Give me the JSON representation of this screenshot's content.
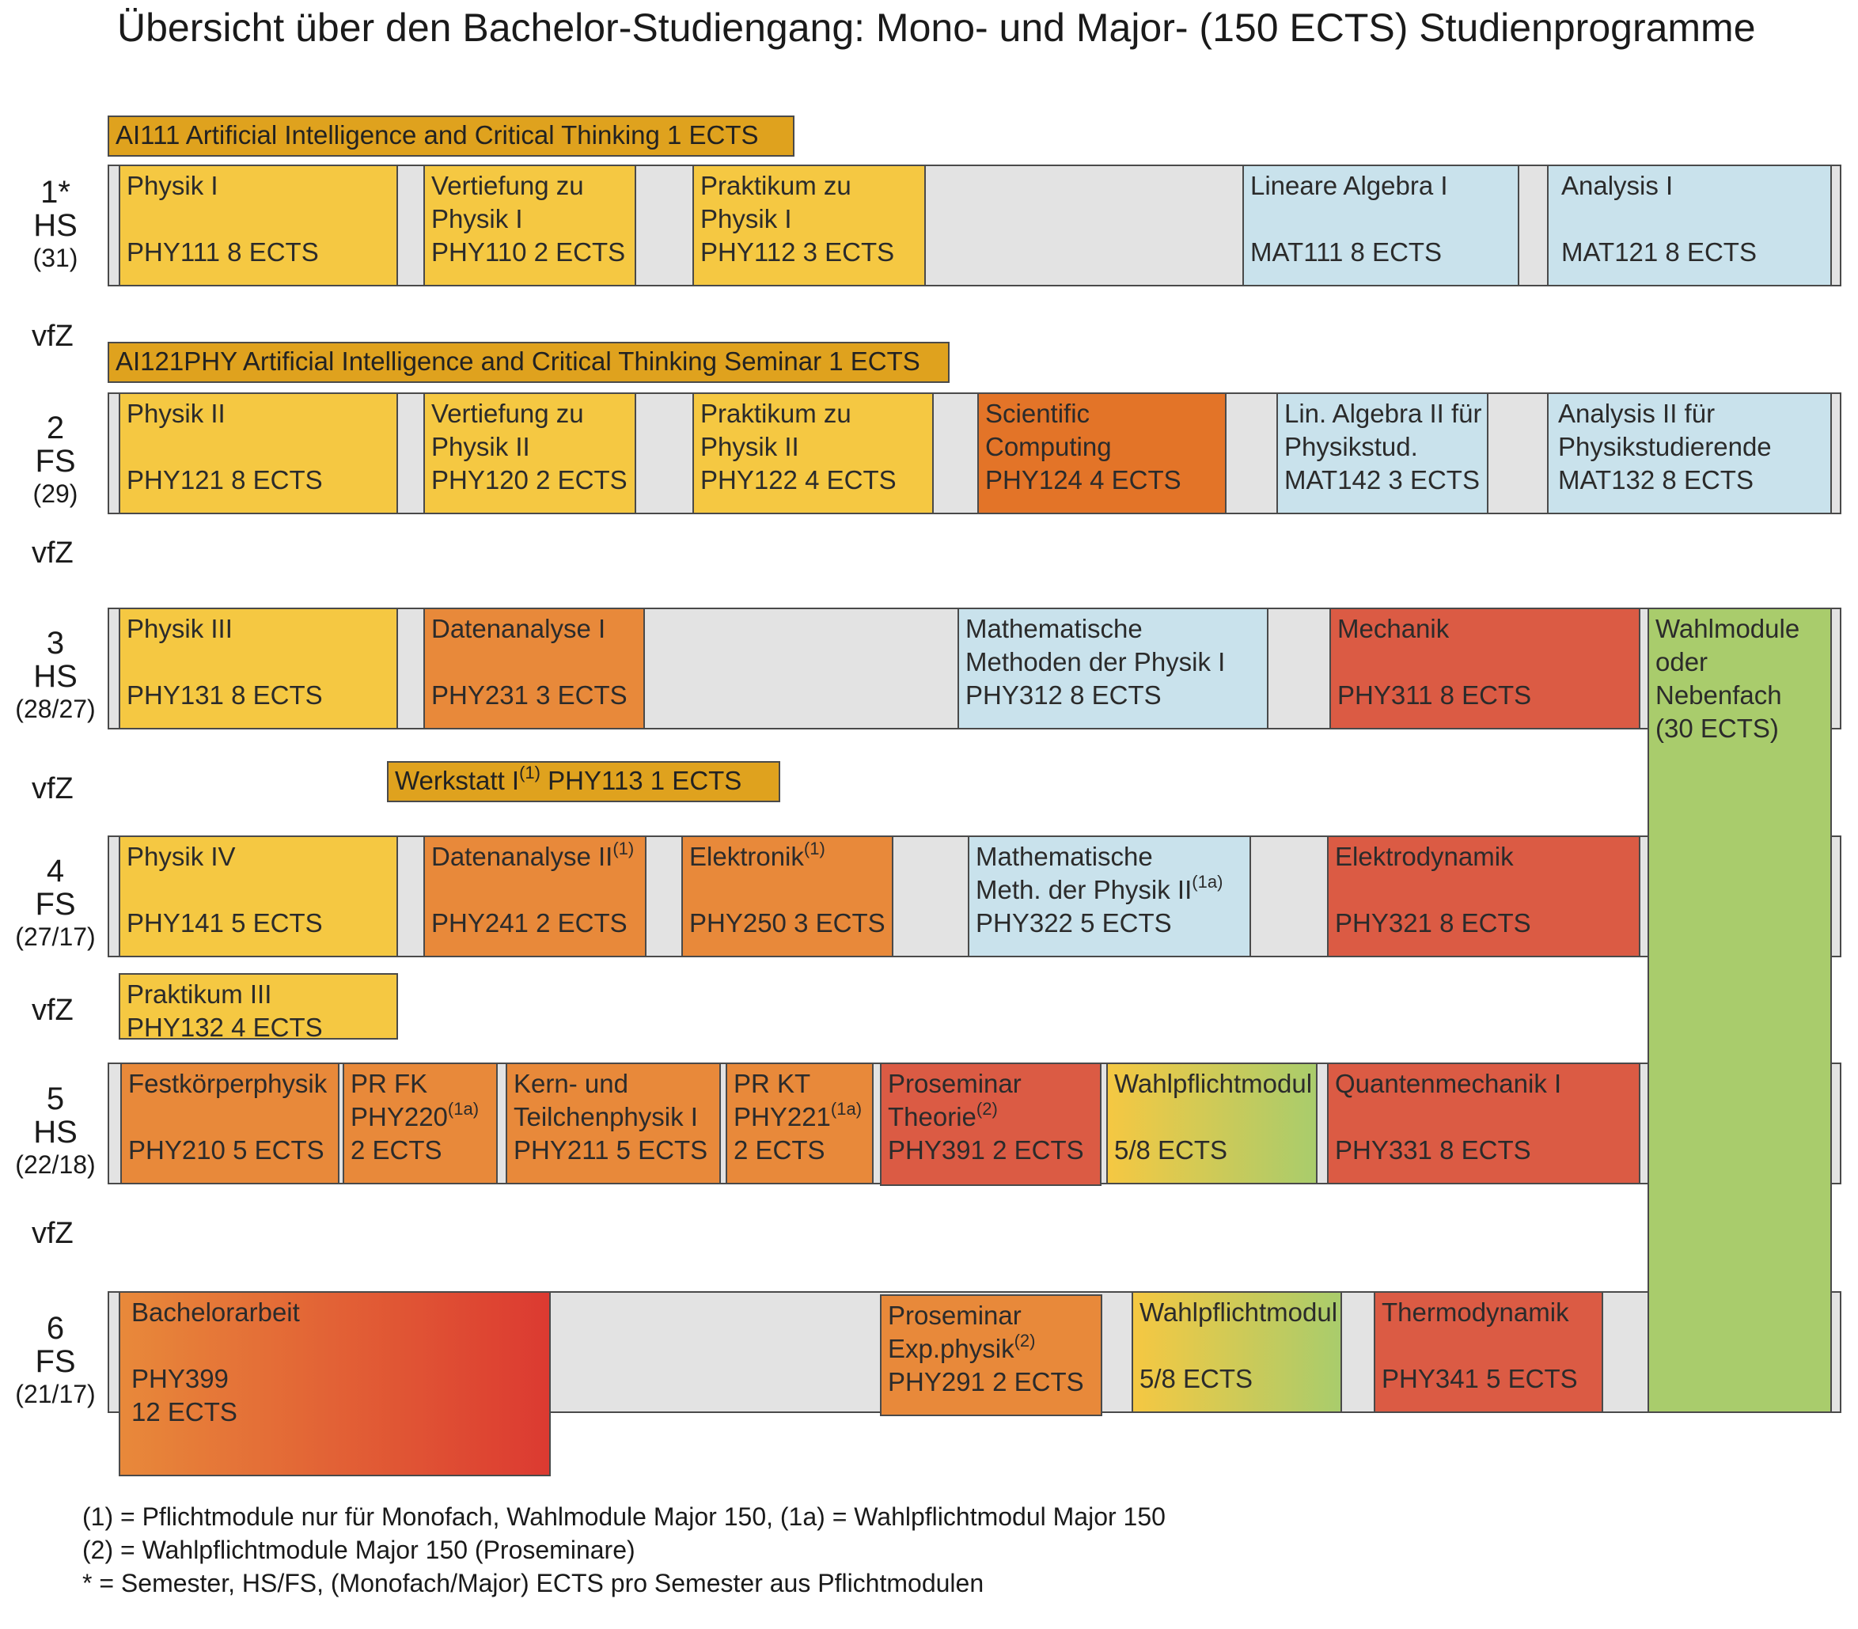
{
  "title": "Übersicht über den Bachelor-Studiengang: Mono- und Major- (150 ECTS) Studienprogramme",
  "semesters": [
    {
      "num": "1*",
      "type": "HS",
      "ects": "(31)"
    },
    {
      "num": "2",
      "type": "FS",
      "ects": "(29)"
    },
    {
      "num": "3",
      "type": "HS",
      "ects": "(28/27)"
    },
    {
      "num": "4",
      "type": "FS",
      "ects": "(27/17)"
    },
    {
      "num": "5",
      "type": "HS",
      "ects": "(22/18)"
    },
    {
      "num": "6",
      "type": "FS",
      "ects": "(21/17)"
    }
  ],
  "vfz": "vfZ",
  "ai_modules": {
    "ai111": "AI111 Artificial Intelligence and Critical Thinking   1 ECTS",
    "ai121": "AI121PHY Artificial Intelligence and Critical Thinking Seminar  1 ECTS",
    "werkstatt_name": "Werkstatt I",
    "werkstatt_sup": "(1)",
    "werkstatt_code": " PHY113 1 ECTS"
  },
  "modules": {
    "phy111": {
      "l1": "Physik I",
      "l2": "",
      "l3": "PHY111  8 ECTS"
    },
    "phy110": {
      "l1": "Vertiefung zu",
      "l2": "Physik I",
      "l3": "PHY110  2 ECTS"
    },
    "phy112": {
      "l1": "Praktikum zu",
      "l2": "Physik I",
      "l3": "PHY112  3 ECTS"
    },
    "mat111": {
      "l1": "Lineare Algebra I",
      "l2": "",
      "l3": "MAT111  8 ECTS"
    },
    "mat121": {
      "l1": "Analysis I",
      "l2": "",
      "l3": "MAT121  8 ECTS"
    },
    "phy121": {
      "l1": "Physik II",
      "l2": "",
      "l3": "PHY121  8 ECTS"
    },
    "phy120": {
      "l1": "Vertiefung zu",
      "l2": "Physik II",
      "l3": "PHY120  2 ECTS"
    },
    "phy122": {
      "l1": "Praktikum zu",
      "l2": "Physik II",
      "l3": "PHY122  4 ECTS"
    },
    "phy124": {
      "l1": "Scientific",
      "l2": "Computing",
      "l3": "PHY124  4 ECTS"
    },
    "mat142": {
      "l1": "Lin. Algebra II für",
      "l2": "Physikstud.",
      "l3": "MAT142  3 ECTS"
    },
    "mat132": {
      "l1": "Analysis II für",
      "l2": "Physikstudierende",
      "l3": "MAT132  8 ECTS"
    },
    "phy131": {
      "l1": "Physik III",
      "l2": "",
      "l3": "PHY131  8 ECTS"
    },
    "phy231": {
      "l1": "Datenanalyse I",
      "l2": "",
      "l3": "PHY231 3 ECTS"
    },
    "phy312": {
      "l1": "Mathematische",
      "l2": "Methoden der Physik I",
      "l3": "PHY312  8 ECTS"
    },
    "phy311": {
      "l1": "Mechanik",
      "l2": "",
      "l3": "PHY311  8 ECTS"
    },
    "wahl": {
      "l1": "Wahlmodule",
      "l2": "oder",
      "l3": "Nebenfach",
      "l4": "(30 ECTS)"
    },
    "phy141": {
      "l1": "Physik IV",
      "l2": "",
      "l3": "PHY141  5 ECTS"
    },
    "phy241": {
      "l1": "Datenanalyse II",
      "sup": "(1)",
      "l2": "",
      "l3": "PHY241 2 ECTS"
    },
    "phy250": {
      "l1": "Elektronik",
      "sup": "(1)",
      "l2": "",
      "l3": "PHY250  3 ECTS"
    },
    "phy322": {
      "l1": "Mathematische",
      "l2": "Meth. der Physik II",
      "sup": "(1a)",
      "l3": "PHY322  5 ECTS"
    },
    "phy321": {
      "l1": "Elektrodynamik",
      "l2": "",
      "l3": "PHY321  8 ECTS"
    },
    "phy132": {
      "l1": "Praktikum III",
      "l2": "PHY132  4 ECTS"
    },
    "phy210": {
      "l1": "Festkörperphysik",
      "l2": "",
      "l3": "PHY210  5 ECTS"
    },
    "phy220": {
      "l1": "PR FK",
      "l2": "PHY220",
      "sup": "(1a)",
      "l3": "2 ECTS"
    },
    "phy211": {
      "l1": "Kern- und",
      "l2": "Teilchenphysik I",
      "l3": "PHY211  5 ECTS"
    },
    "phy221": {
      "l1": "PR KT",
      "l2": "PHY221",
      "sup": "(1a)",
      "l3": "2 ECTS"
    },
    "phy391": {
      "l1": "Proseminar",
      "l2": "Theorie",
      "sup": "(2)",
      "l3": "PHY391  2 ECTS"
    },
    "wpm5": {
      "l1": "Wahlpflichtmodul",
      "l2": "",
      "l3": "5/8 ECTS"
    },
    "phy331": {
      "l1": "Quantenmechanik I",
      "l2": "",
      "l3": "PHY331  8 ECTS"
    },
    "phy399": {
      "l1": "Bachelorarbeit",
      "l2": "",
      "l3": "PHY399",
      "l4": "12 ECTS"
    },
    "phy291": {
      "l1": "Proseminar",
      "l2": "Exp.physik",
      "sup": "(2)",
      "l3": "PHY291  2 ECTS"
    },
    "wpm6": {
      "l1": "Wahlpflichtmodul",
      "l2": "",
      "l3": "5/8 ECTS"
    },
    "phy341": {
      "l1": "Thermodynamik",
      "l2": "",
      "l3": "PHY341  5 ECTS"
    }
  },
  "footnotes": [
    "(1) = Pflichtmodule nur für Monofach, Wahlmodule Major 150,   (1a) = Wahlpflichtmodul Major 150",
    "(2) = Wahlpflichtmodule Major 150 (Proseminare)",
    " *  = Semester, HS/FS, (Monofach/Major) ECTS pro Semester aus Pflichtmodulen"
  ],
  "colors": {
    "physics": "#f5c842",
    "ai": "#dfa21e",
    "orange": "#e8893a",
    "red": "#db5b44",
    "math": "#c9e2ec",
    "elective": "#a9cc6c",
    "band": "#e3e3e3"
  }
}
